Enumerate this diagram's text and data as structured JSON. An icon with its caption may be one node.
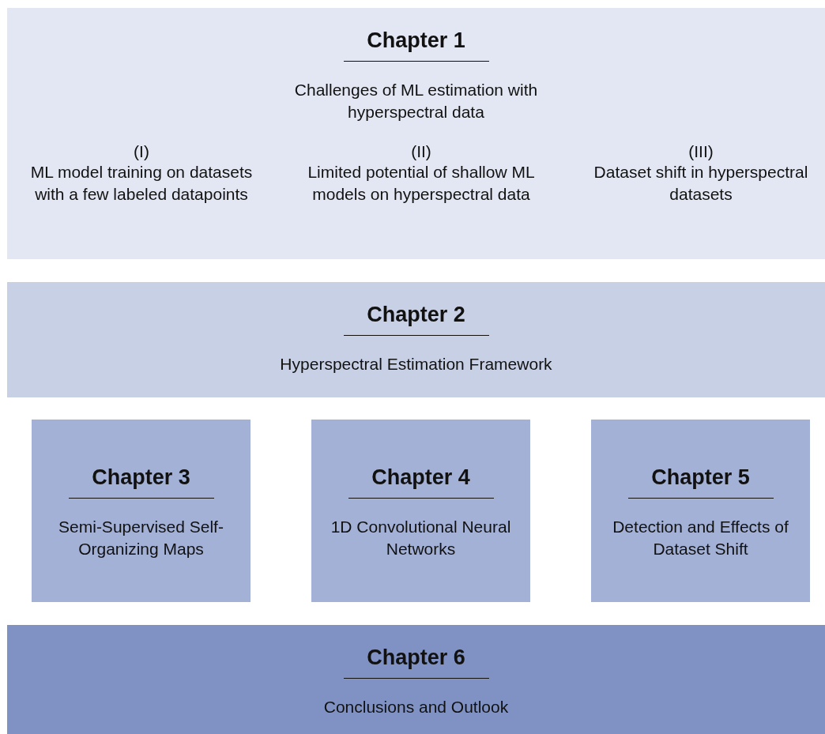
{
  "diagram": {
    "nodes": [
      {
        "text": [
          "Chapter 1",
          "Challenges of ML estimation with hyperspectral data",
          "(I)",
          "ML model training on datasets with a few labeled datapoints",
          "(II)",
          "Limited potential of shallow ML models on hyperspectral data",
          "(III)",
          "Dataset shift in hyperspectral datasets"
        ]
      },
      {
        "text": [
          "Chapter 2",
          "Hyperspectral Estimation Framework"
        ]
      },
      {
        "text": [
          "Chapter 3",
          "Semi-Supervised Self-Organizing Maps"
        ]
      },
      {
        "text": [
          "Chapter 4",
          "1D Convolutional Neural Networks"
        ]
      },
      {
        "text": [
          "Chapter 5",
          "Detection and Effects of Dataset Shift"
        ]
      },
      {
        "text": [
          "Chapter 6",
          "Conclusions and Outlook"
        ]
      }
    ]
  }
}
